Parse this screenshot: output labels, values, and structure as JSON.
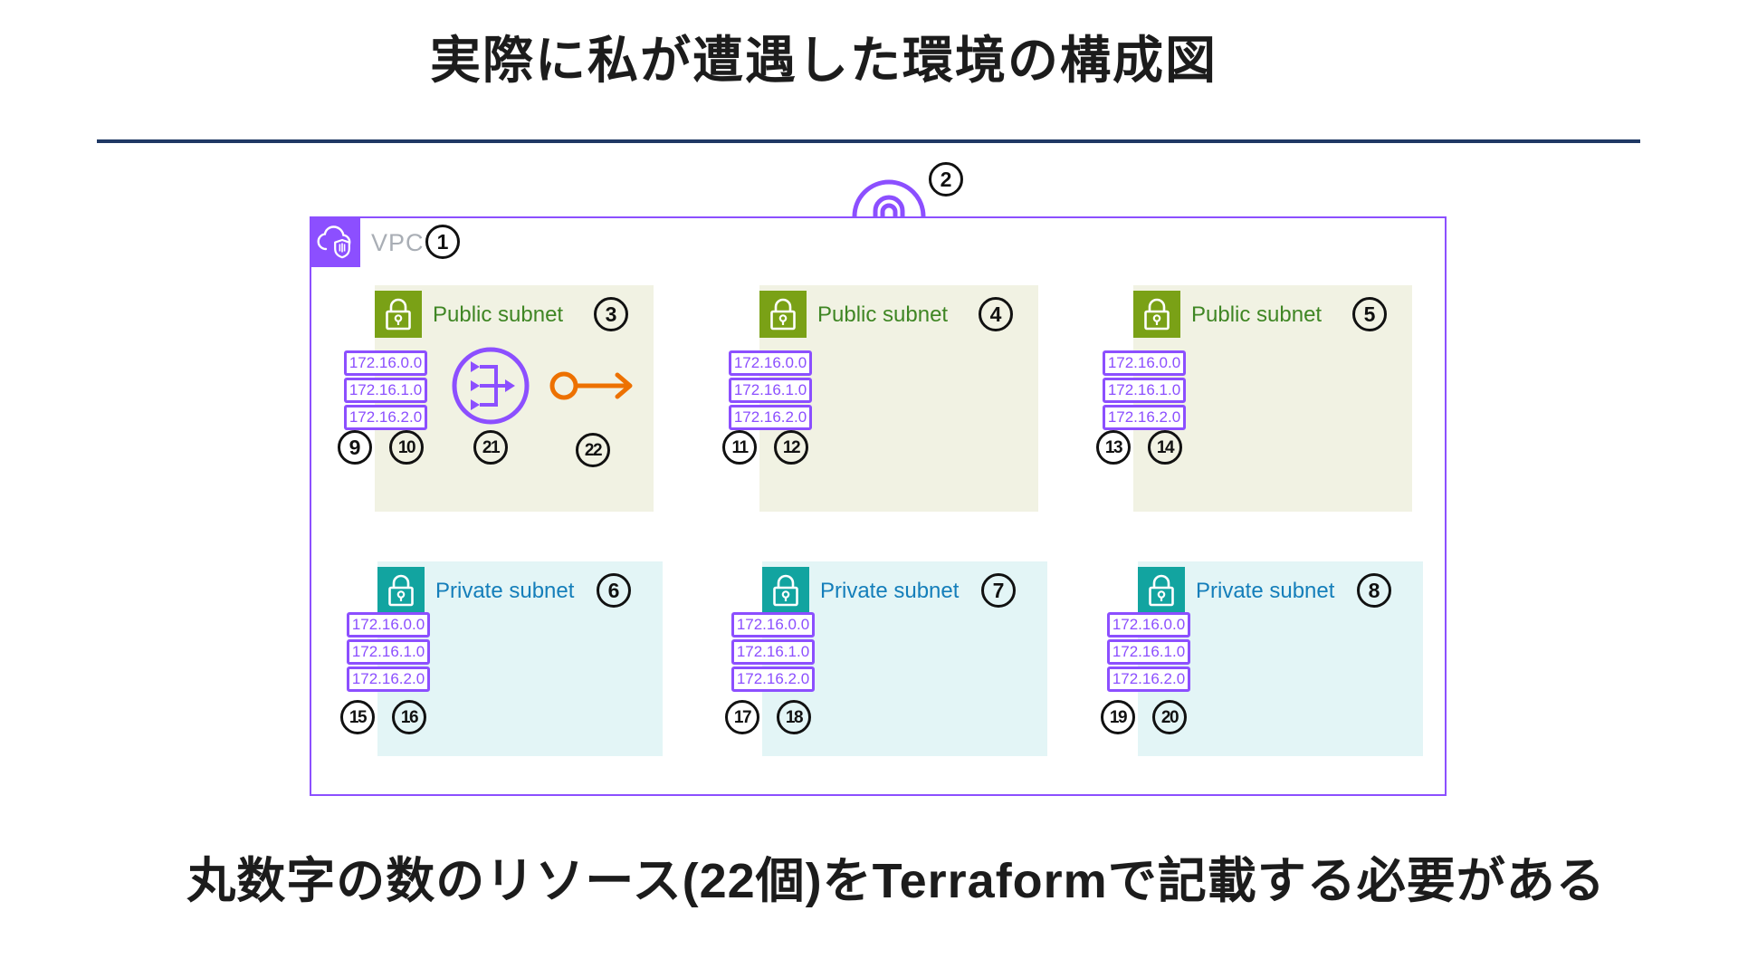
{
  "title": "実際に私が遭遇した環境の構成図",
  "footer": "丸数字の数のリソース(22個)をTerraformで記載する必要がある",
  "vpc": {
    "label": "VPC",
    "number": "1"
  },
  "internet_gateway": {
    "number": "2",
    "icon": "internet-gateway-icon"
  },
  "route_table": {
    "number": "21",
    "icon": "route-table-icon"
  },
  "route_arrow": {
    "number": "22",
    "icon": "route-arrow-icon"
  },
  "subnets": [
    {
      "type": "public",
      "label": "Public subnet",
      "number": "3",
      "ips": [
        "172.16.0.0",
        "172.16.1.0",
        "172.16.2.0"
      ],
      "ip_numbers": [
        "9",
        "10"
      ]
    },
    {
      "type": "public",
      "label": "Public subnet",
      "number": "4",
      "ips": [
        "172.16.0.0",
        "172.16.1.0",
        "172.16.2.0"
      ],
      "ip_numbers": [
        "11",
        "12"
      ]
    },
    {
      "type": "public",
      "label": "Public subnet",
      "number": "5",
      "ips": [
        "172.16.0.0",
        "172.16.1.0",
        "172.16.2.0"
      ],
      "ip_numbers": [
        "13",
        "14"
      ]
    },
    {
      "type": "private",
      "label": "Private subnet",
      "number": "6",
      "ips": [
        "172.16.0.0",
        "172.16.1.0",
        "172.16.2.0"
      ],
      "ip_numbers": [
        "15",
        "16"
      ]
    },
    {
      "type": "private",
      "label": "Private subnet",
      "number": "7",
      "ips": [
        "172.16.0.0",
        "172.16.1.0",
        "172.16.2.0"
      ],
      "ip_numbers": [
        "17",
        "18"
      ]
    },
    {
      "type": "private",
      "label": "Private subnet",
      "number": "8",
      "ips": [
        "172.16.0.0",
        "172.16.1.0",
        "172.16.2.0"
      ],
      "ip_numbers": [
        "19",
        "20"
      ]
    }
  ],
  "colors": {
    "purple": "#8C4FFF",
    "public_green": "#7AA116",
    "public_text": "#3F8624",
    "public_bg": "#F1F2E3",
    "private_teal": "#12A4A0",
    "private_text": "#147EBA",
    "private_bg": "#E3F5F6",
    "navy_rule": "#1F3864",
    "orange": "#ED7100",
    "vpc_label_gray": "#A9AEB5"
  }
}
